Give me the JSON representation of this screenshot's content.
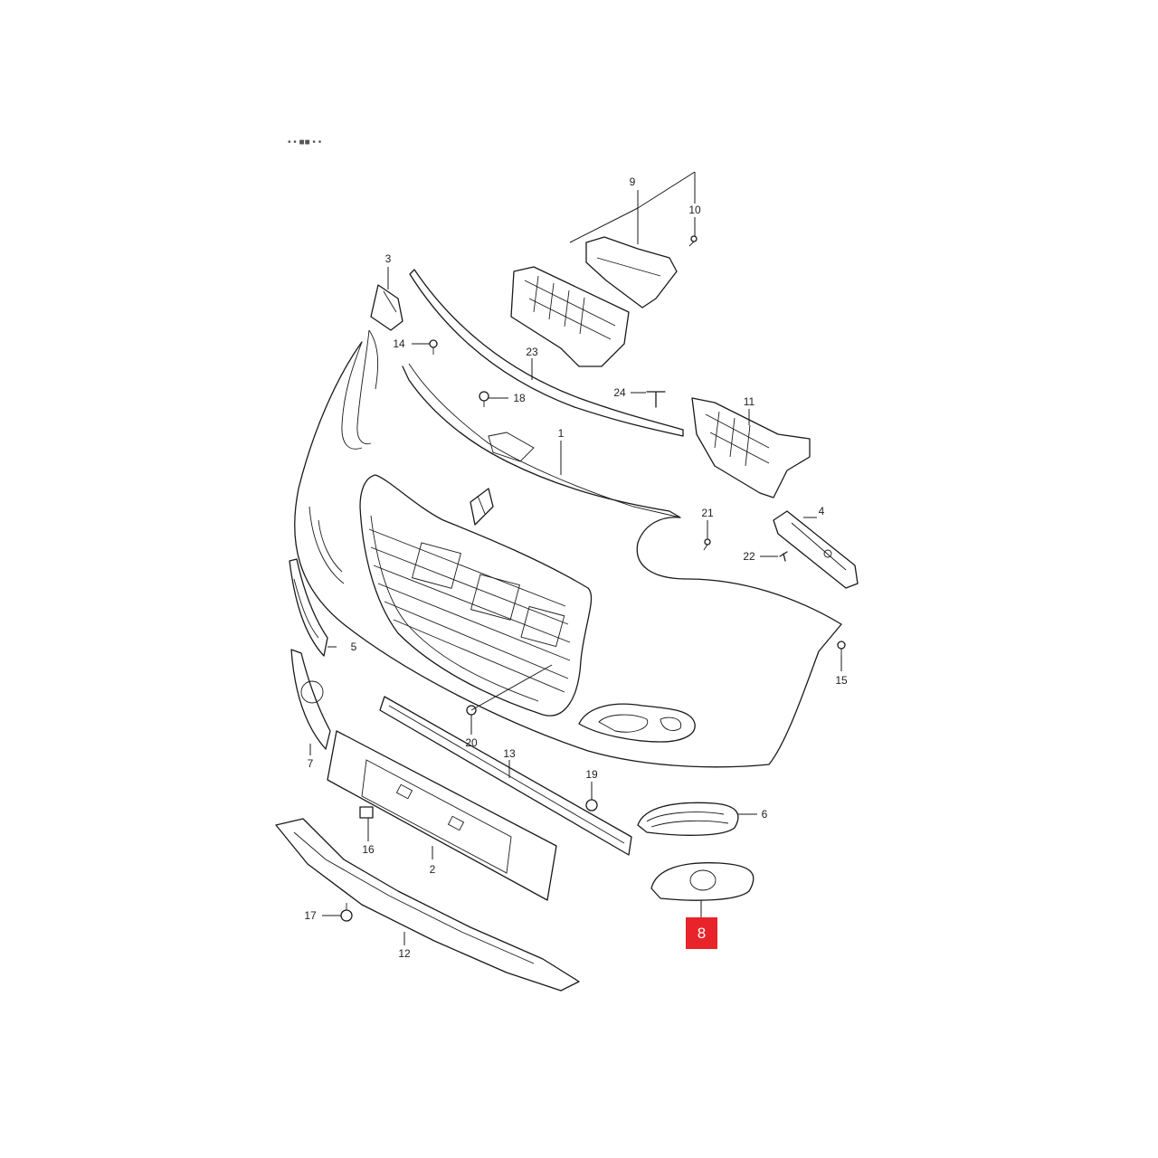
{
  "header": {
    "fragment_text": "• • ■■ • •"
  },
  "callouts": [
    {
      "id": "1",
      "label": "1"
    },
    {
      "id": "2",
      "label": "2"
    },
    {
      "id": "3",
      "label": "3"
    },
    {
      "id": "4",
      "label": "4"
    },
    {
      "id": "5",
      "label": "5"
    },
    {
      "id": "6",
      "label": "6"
    },
    {
      "id": "7",
      "label": "7"
    },
    {
      "id": "9",
      "label": "9"
    },
    {
      "id": "10",
      "label": "10"
    },
    {
      "id": "11",
      "label": "11"
    },
    {
      "id": "12",
      "label": "12"
    },
    {
      "id": "13",
      "label": "13"
    },
    {
      "id": "14",
      "label": "14"
    },
    {
      "id": "15",
      "label": "15"
    },
    {
      "id": "16",
      "label": "16"
    },
    {
      "id": "17",
      "label": "17"
    },
    {
      "id": "18",
      "label": "18"
    },
    {
      "id": "19",
      "label": "19"
    },
    {
      "id": "20",
      "label": "20"
    },
    {
      "id": "21",
      "label": "21"
    },
    {
      "id": "22",
      "label": "22"
    },
    {
      "id": "23",
      "label": "23"
    },
    {
      "id": "24",
      "label": "24"
    }
  ],
  "highlight": {
    "label": "8",
    "color": "#e8232a"
  },
  "colors": {
    "line": "#1a1a1a",
    "background": "#ffffff"
  }
}
